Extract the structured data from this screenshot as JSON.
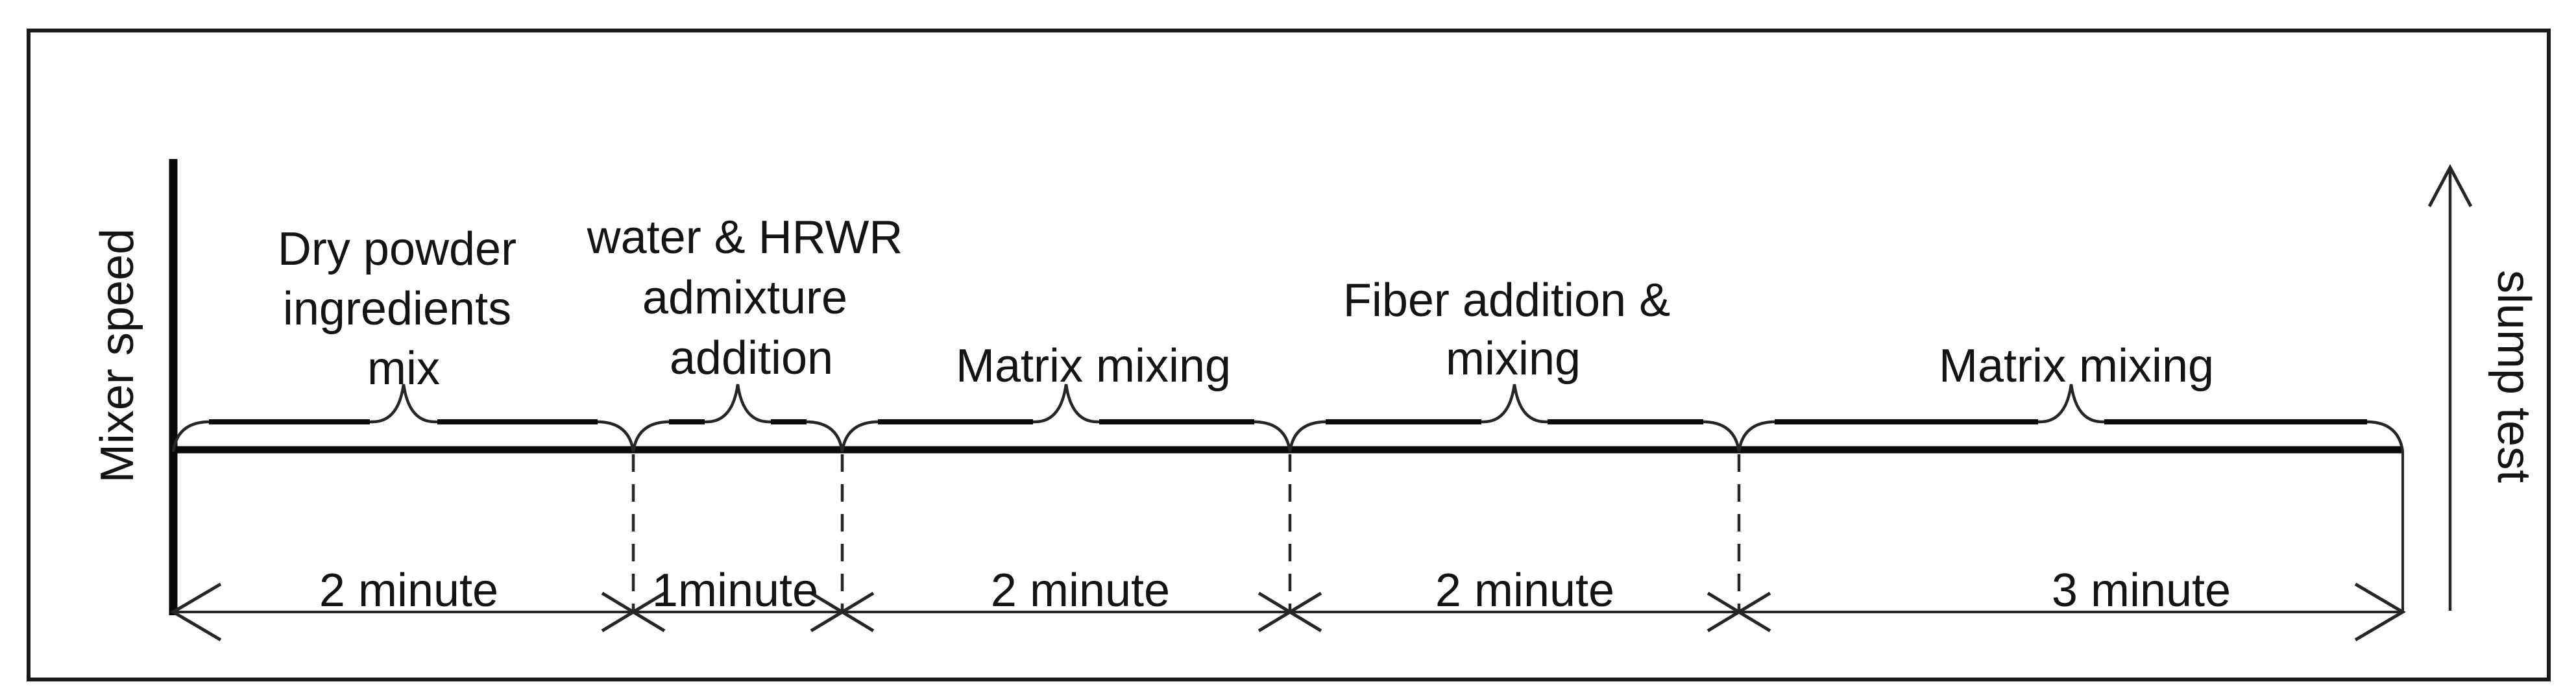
{
  "figure": {
    "title_semantic": "Mixing procedure timeline",
    "colors": {
      "ink": "#141414",
      "background": "#ffffff"
    },
    "y_axis_label": "Mixer speed",
    "slump_test_label": "slump test",
    "phases": [
      {
        "name_lines": [
          "Dry powder",
          "ingredients",
          "mix"
        ],
        "duration": "2 minute",
        "minutes": 2
      },
      {
        "name_lines": [
          "water & HRWR",
          "admixture",
          "addition"
        ],
        "duration": "1minute",
        "minutes": 1
      },
      {
        "name_lines": [
          "Matrix mixing"
        ],
        "duration": "2 minute",
        "minutes": 2
      },
      {
        "name_lines": [
          "Fiber addition &",
          "mixing"
        ],
        "duration": "2 minute",
        "minutes": 2
      },
      {
        "name_lines": [
          "Matrix mixing"
        ],
        "duration": "3 minute",
        "minutes": 3
      }
    ]
  }
}
